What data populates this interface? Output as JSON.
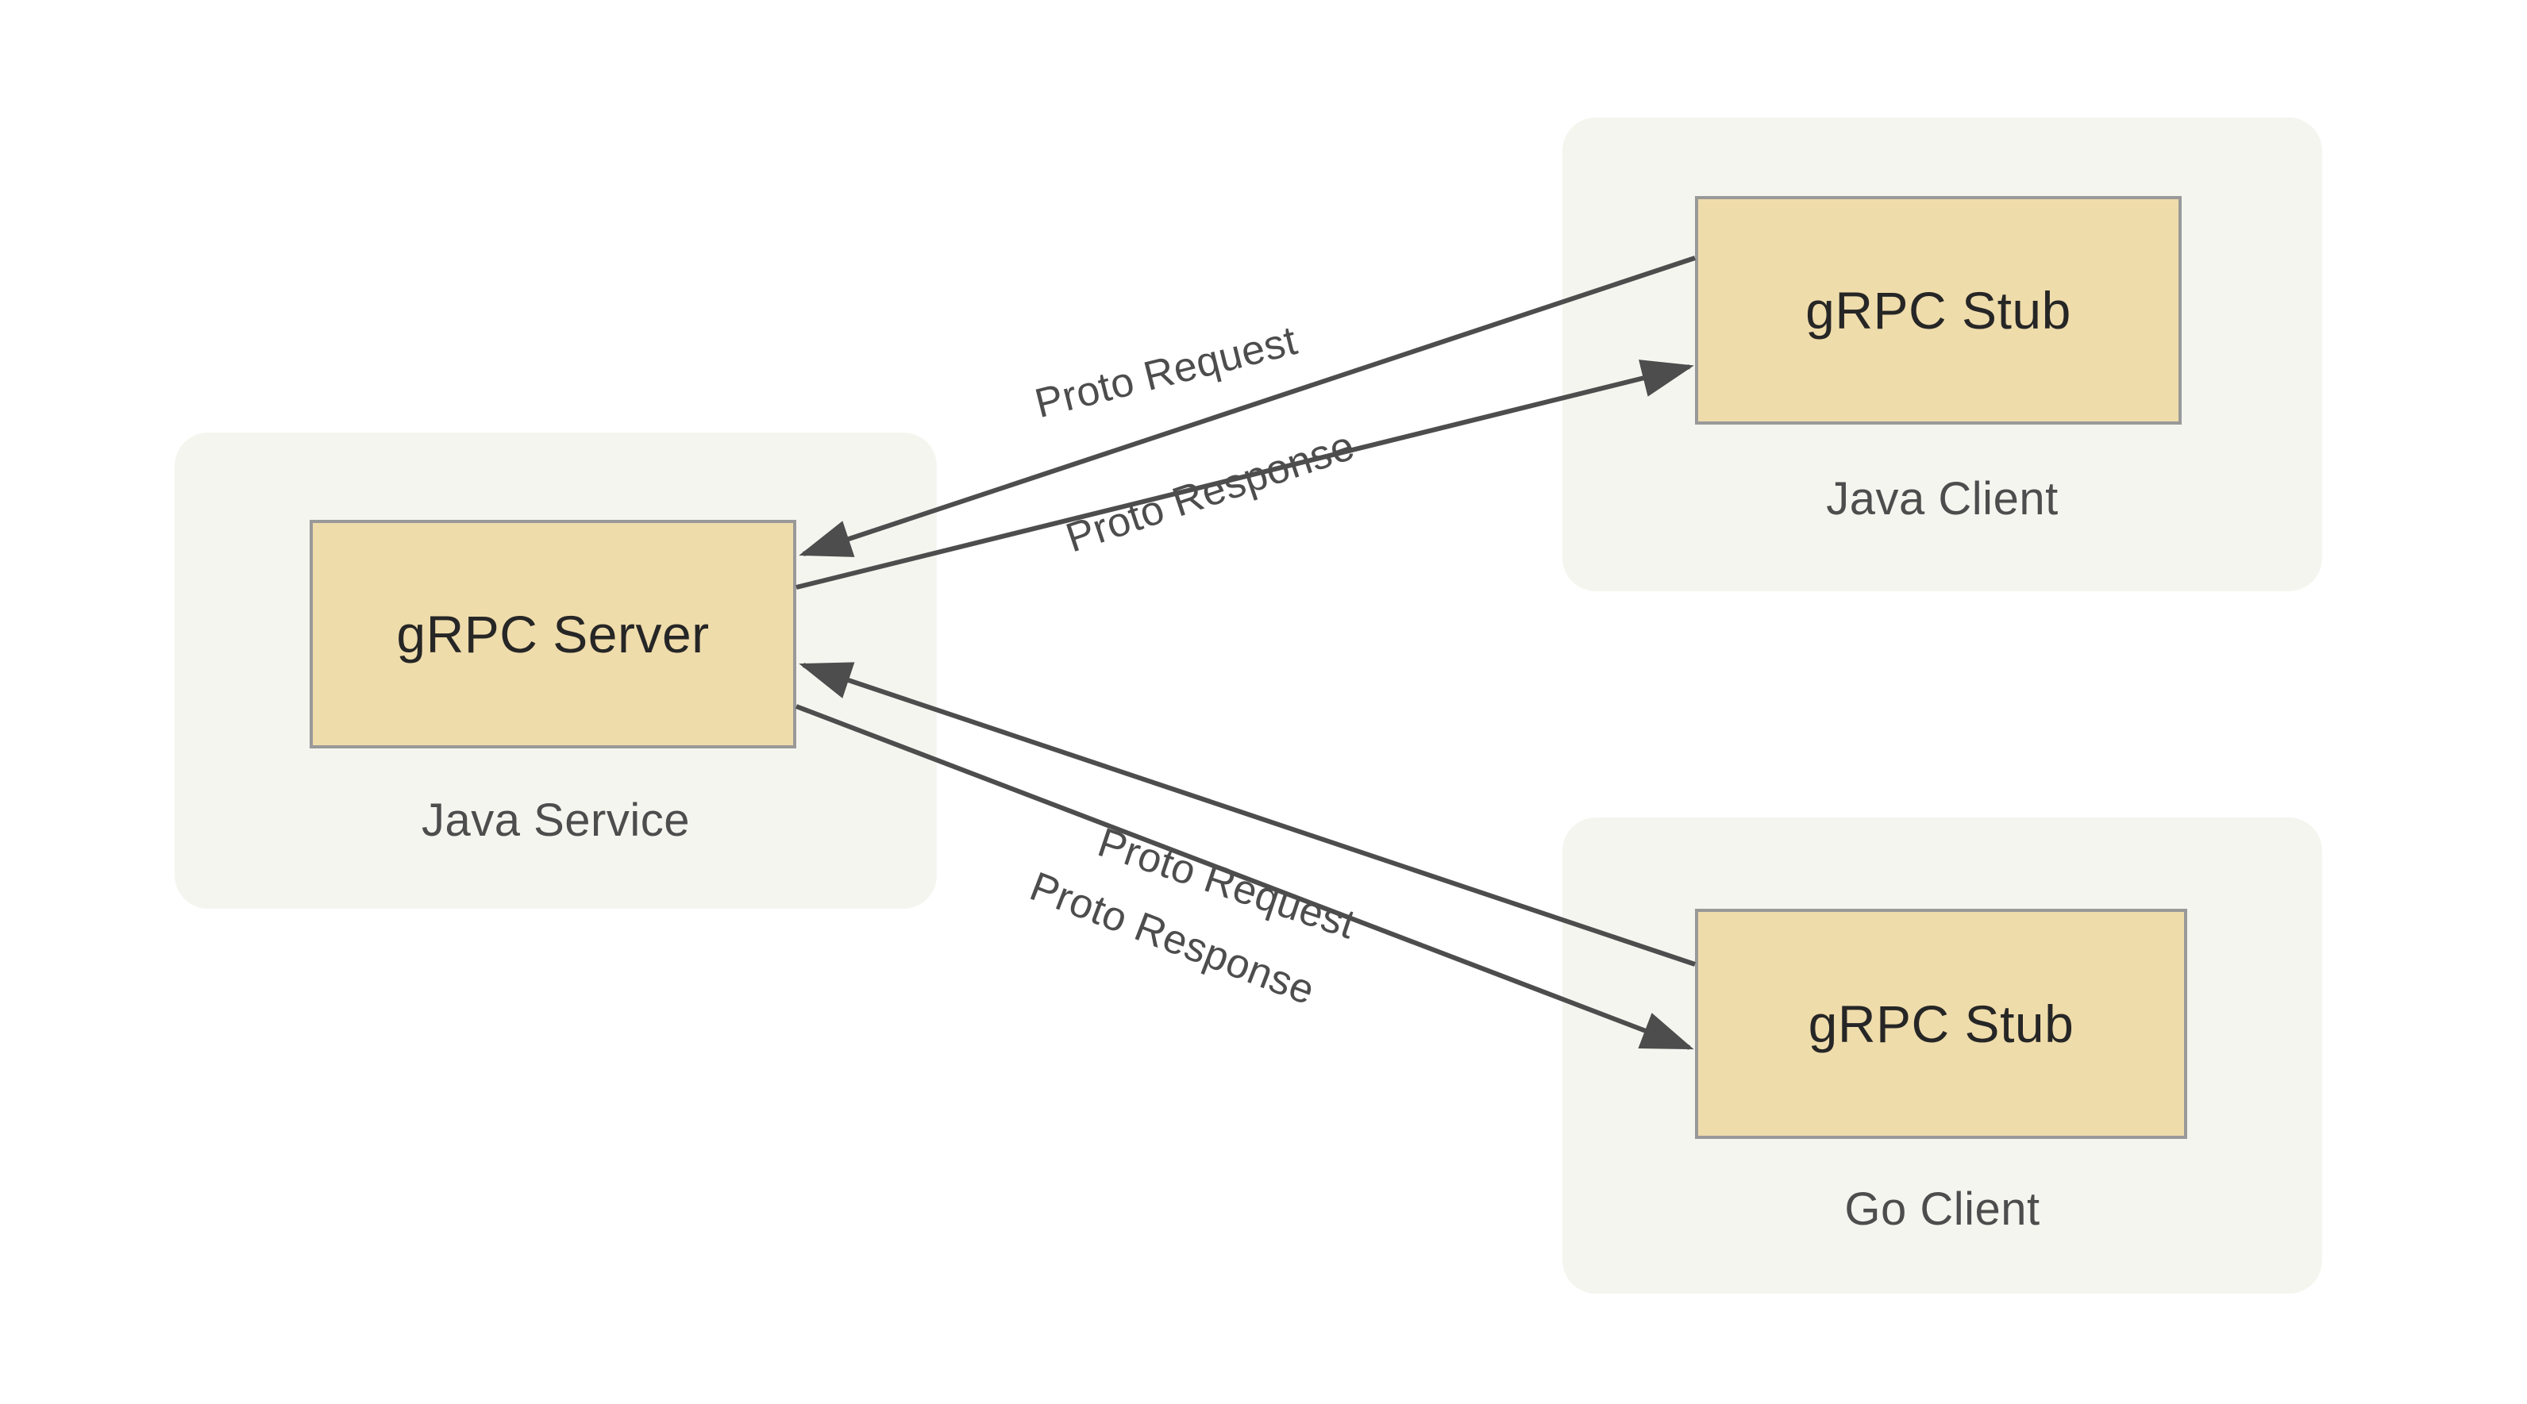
{
  "diagram": {
    "title": "gRPC Java Service with Java and Go Clients",
    "type": "architecture-diagram",
    "colors": {
      "page_background": "#ffffff",
      "group_background": "#f5f5f0",
      "node_fill": "#efdcab",
      "node_border": "#999999",
      "node_text": "#262626",
      "group_text": "#4d4d4d",
      "edge_stroke": "#4d4d4d"
    },
    "groups": [
      {
        "id": "java-service",
        "label": "Java Service",
        "node_label": "gRPC Server"
      },
      {
        "id": "java-client",
        "label": "Java Client",
        "node_label": "gRPC Stub"
      },
      {
        "id": "go-client",
        "label": "Go Client",
        "node_label": "gRPC Stub"
      }
    ],
    "edges": [
      {
        "id": "java-request",
        "label": "Proto Request",
        "from": "gRPC Server",
        "to": "gRPC Stub (Java Client)",
        "direction": "server-to-stub"
      },
      {
        "id": "java-response",
        "label": "Proto Response",
        "from": "gRPC Stub (Java Client)",
        "to": "gRPC Server",
        "direction": "stub-to-server"
      },
      {
        "id": "go-request",
        "label": "Proto Request",
        "from": "gRPC Server",
        "to": "gRPC Stub (Go Client)",
        "direction": "server-to-stub"
      },
      {
        "id": "go-response",
        "label": "Proto Response",
        "from": "gRPC Stub (Go Client)",
        "to": "gRPC Server",
        "direction": "stub-to-server"
      }
    ]
  }
}
